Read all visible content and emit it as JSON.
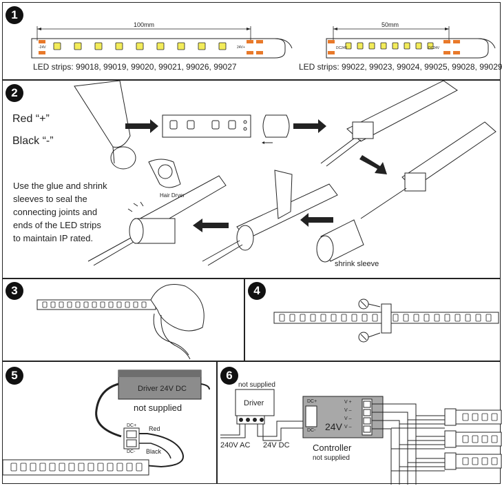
{
  "steps": [
    "1",
    "2",
    "3",
    "4",
    "5",
    "6"
  ],
  "step1": {
    "left_dimension": "100mm",
    "right_dimension": "50mm",
    "left_caption": "LED strips: 99018, 99019, 99020, 99021, 99026, 99027",
    "right_caption": "LED strips: 99022, 99023, 99024, 99025, 99028, 99029",
    "pad_left": "-24V",
    "pad_right": "24V+",
    "pad_small_a": "DC24V",
    "pad_small_b": "DC24V"
  },
  "step2": {
    "red_label": "Red “+”",
    "black_label": "Black “-”",
    "instruction_lines": [
      "Use the glue and shrink",
      "sleeves to seal the",
      "connecting joints and",
      "ends of the LED strips",
      "to maintain IP rated."
    ],
    "hair_dryer_label": "Hair Dryer",
    "shrink_sleeve_label": "shrink sleeve"
  },
  "step5": {
    "driver_label": "Driver  24V DC",
    "not_supplied": "not supplied",
    "dc_plus": "DC+",
    "dc_minus": "DC-",
    "red": "Red",
    "black": "Black"
  },
  "step6": {
    "not_supplied_top": "not supplied",
    "driver": "Driver",
    "ac_label": "240V AC",
    "dc_label": "24V DC",
    "dc_plus": "DC+",
    "dc_minus": "DC-",
    "voltage": "24V",
    "v_plus": "V +",
    "v_minus_1": "V –",
    "v_minus_2": "V –",
    "v_minus_3": "V –",
    "controller": "Controller",
    "controller_not_supplied": "not supplied"
  },
  "colors": {
    "line": "#222222",
    "pad_orange": "#e8792a",
    "led_yellow": "#f3ec5a",
    "driver_gray": "#8c8c8c",
    "controller_gray": "#a8a8a8"
  }
}
